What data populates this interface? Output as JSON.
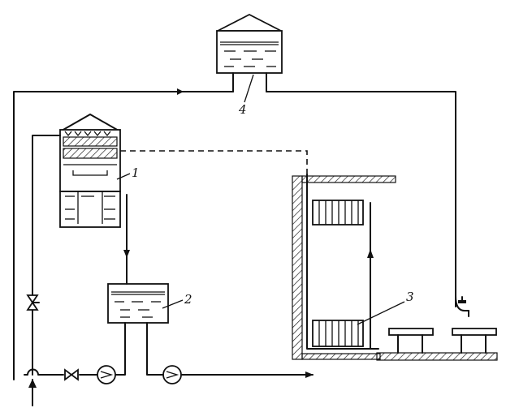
{
  "labels": {
    "cooling_tower": "1",
    "collection_tank": "2",
    "lime_kiln": "3",
    "elevated_tank": "4"
  }
}
